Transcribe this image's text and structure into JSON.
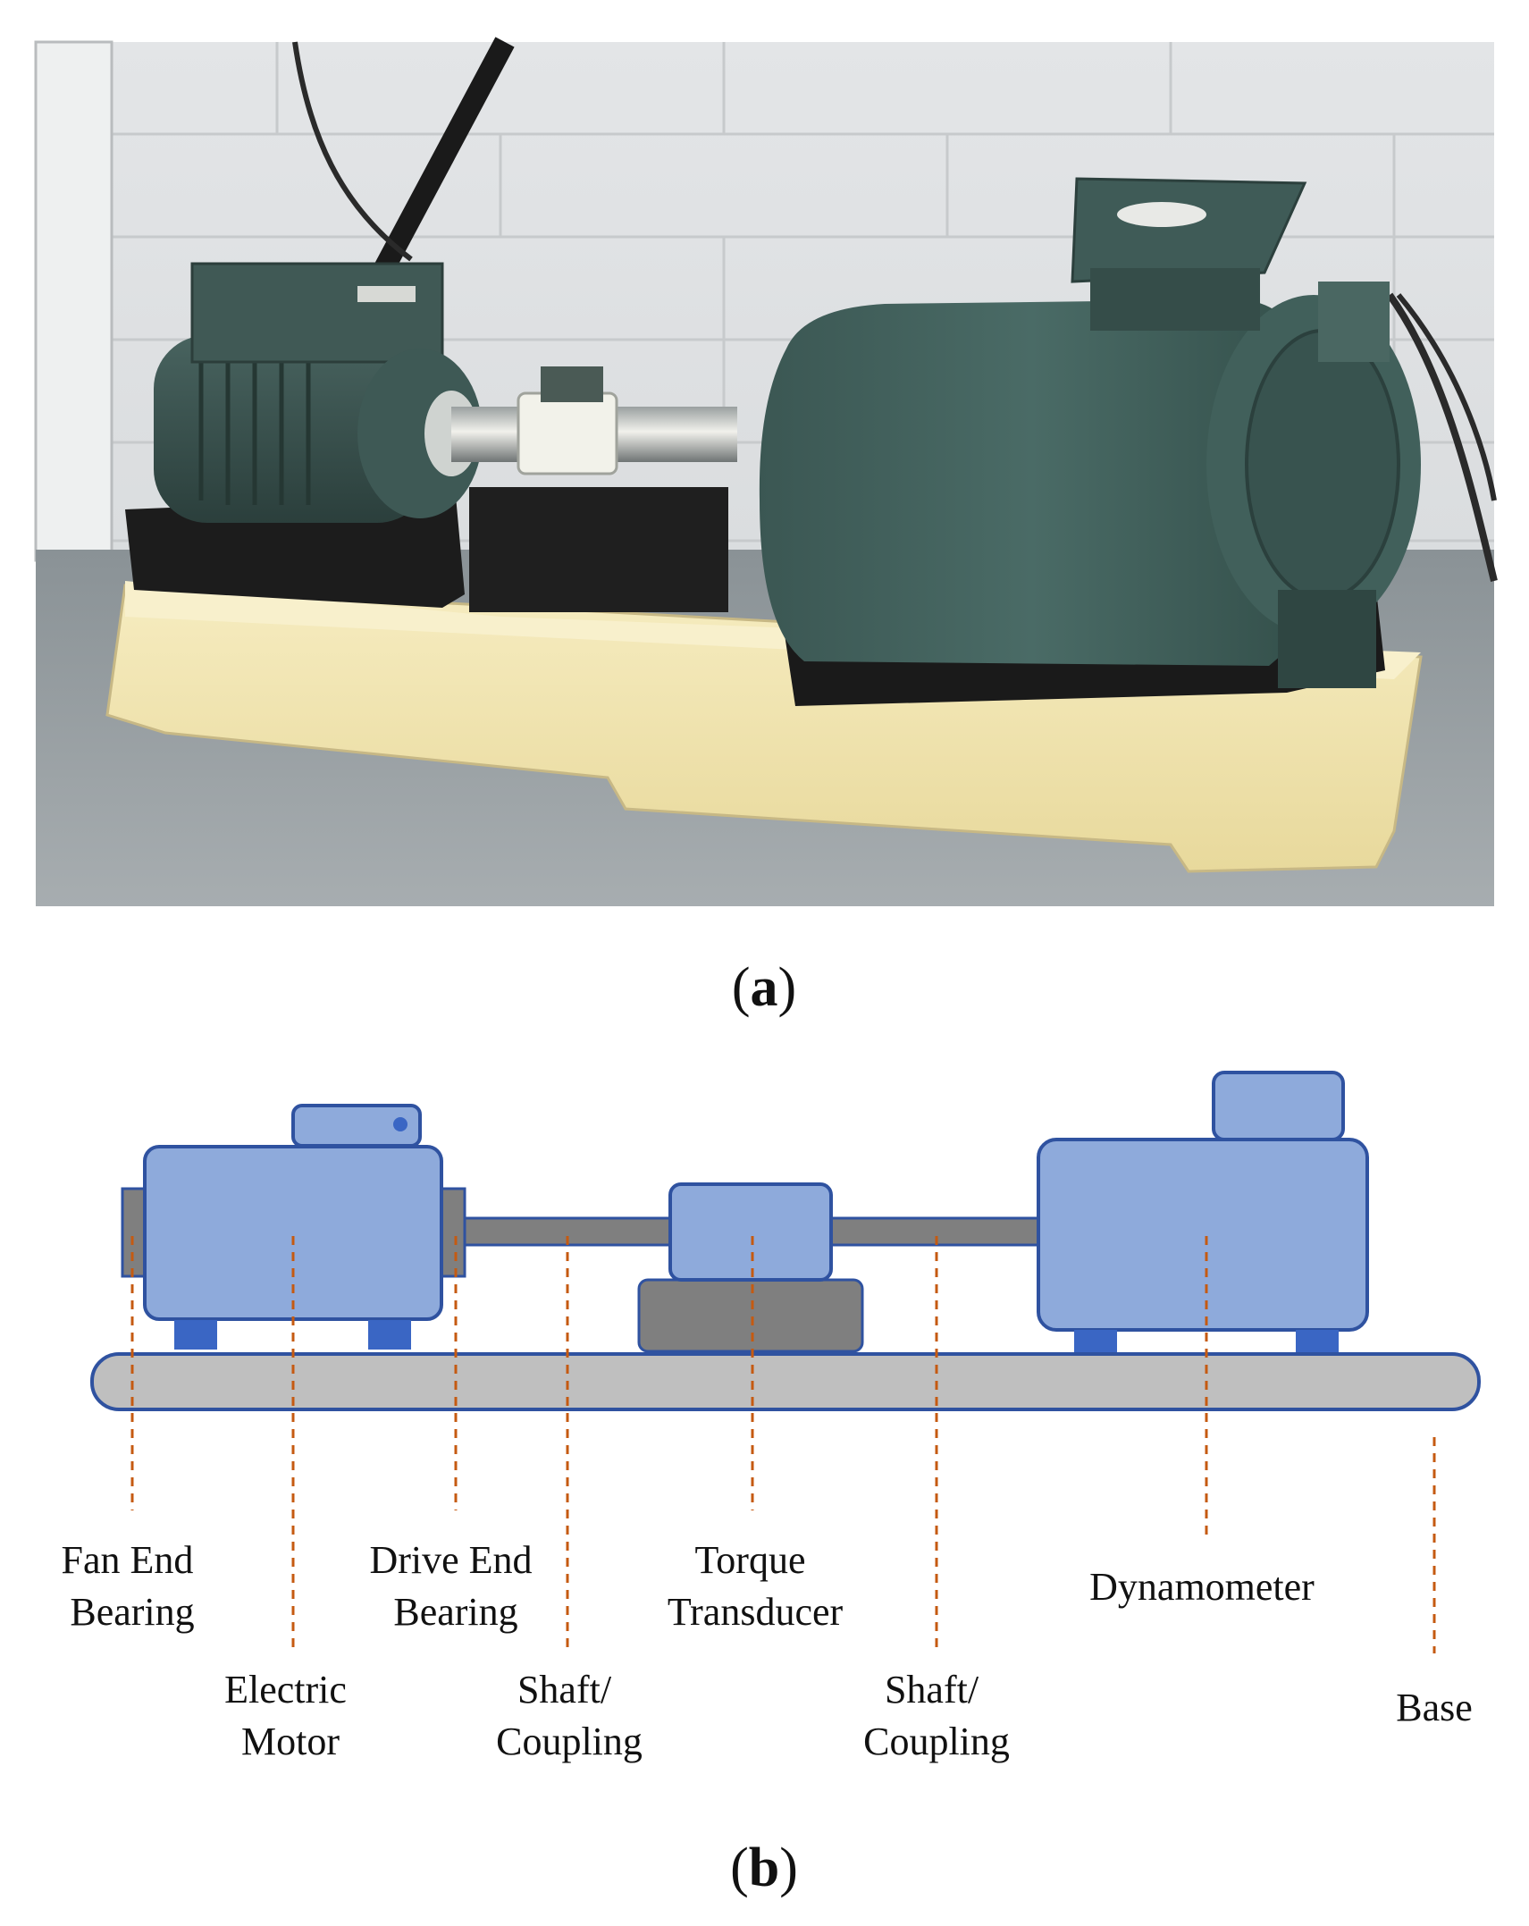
{
  "panels": {
    "a": {
      "label": "a"
    },
    "b": {
      "label": "b"
    }
  },
  "photo": {
    "description_visible": false
  },
  "diagram": {
    "colors": {
      "component_fill": "#8eaadb",
      "component_stroke": "#2f52a0",
      "feet": "#3a66c4",
      "shaft": "#7f7f7f",
      "base_fill": "#bfbfbf",
      "base_stroke": "#2f52a0",
      "leader": "#c55a11"
    },
    "labels": {
      "fan_end_bearing": [
        "Fan End",
        "Bearing"
      ],
      "electric_motor": [
        "Electric",
        "Motor"
      ],
      "drive_end_bearing": [
        "Drive End",
        "Bearing"
      ],
      "shaft_coupling_1": [
        "Shaft/",
        "Coupling"
      ],
      "torque_transducer": [
        "Torque",
        "Transducer"
      ],
      "shaft_coupling_2": [
        "Shaft/",
        "Coupling"
      ],
      "dynamometer": [
        "Dynamometer"
      ],
      "base": [
        "Base"
      ]
    }
  }
}
